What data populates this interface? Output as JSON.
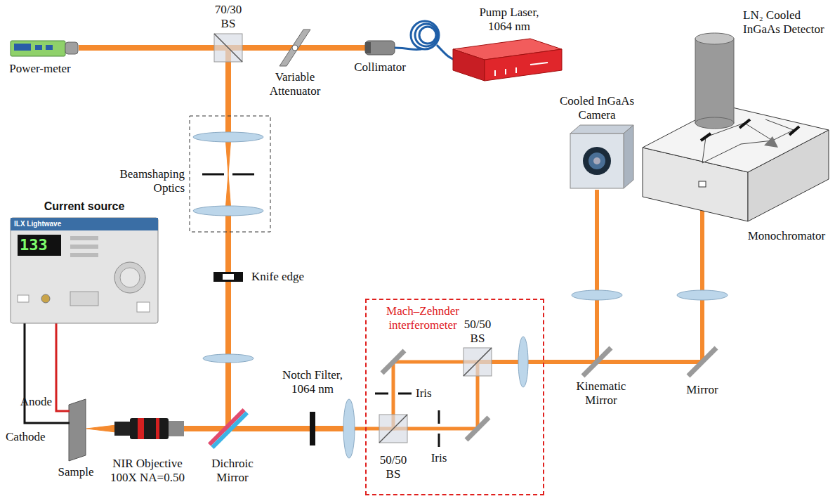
{
  "diagram": {
    "nodes": [
      {
        "text": [
          "Mach–Zehnder interferometer"
        ]
      }
    ],
    "labels": [
      "70/30 BS",
      "Pump Laser, 1064 nm",
      "Power-meter",
      "Variable Attenuator",
      "Collimator",
      "LN₂ Cooled InGaAs Detector",
      "Beamshaping Optics",
      "Cooled InGaAs Camera",
      "Monochromator",
      "Current source",
      "ILX Lightwave",
      "133",
      "Knife edge",
      "50/50 BS",
      "Iris",
      "Anode",
      "Notch Filter, 1064 nm",
      "Kinematic Mirror",
      "Mirror",
      "Cathode",
      "Iris",
      "50/50 BS",
      "Sample",
      "NIR Objective 100X NA=0.50",
      "Dichroic Mirror"
    ]
  }
}
